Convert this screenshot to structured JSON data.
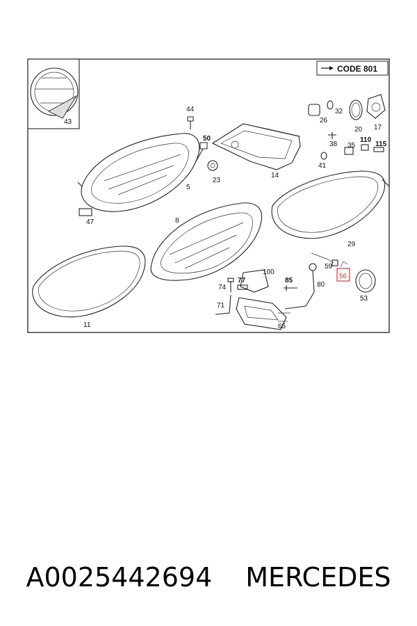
{
  "code_label": "CODE 801",
  "highlight": {
    "color": "#d6343c",
    "part": "56"
  },
  "parts": {
    "p43": "43",
    "p44": "44",
    "p50": "50",
    "p5": "5",
    "p23": "23",
    "p14": "14",
    "p32": "32",
    "p26": "26",
    "p20": "20",
    "p17": "17",
    "p38": "38",
    "p110": "110",
    "p115": "115",
    "p35": "35",
    "p41": "41",
    "p47": "47",
    "p8": "8",
    "p29": "29",
    "p59": "59",
    "p56": "56",
    "p100": "100",
    "p77": "77",
    "p74": "74",
    "p85": "85",
    "p80": "80",
    "p53": "53",
    "p71": "71",
    "p11": "11",
    "p65": "65"
  },
  "caption": {
    "part_number": "A0025442694",
    "brand": "MERCEDES"
  }
}
